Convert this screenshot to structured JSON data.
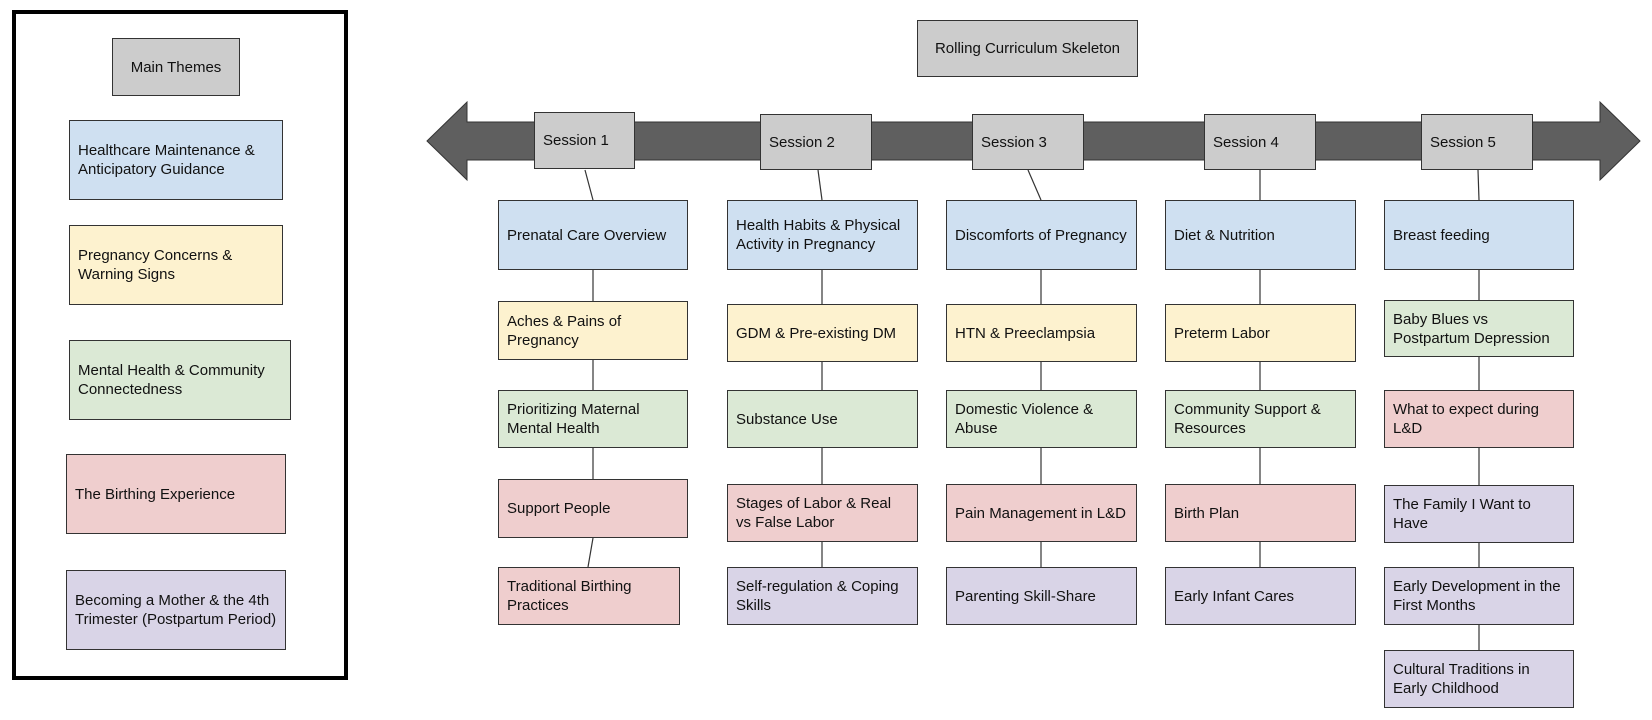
{
  "legend": {
    "title": "Main Themes",
    "themes": [
      {
        "label": "Healthcare Maintenance & Anticipatory Guidance",
        "color": "#cfe0f1"
      },
      {
        "label": "Pregnancy Concerns & Warning Signs",
        "color": "#fdf2cf"
      },
      {
        "label": "Mental Health & Community Connectedness",
        "color": "#dbe9d5"
      },
      {
        "label": "The Birthing Experience",
        "color": "#efcece"
      },
      {
        "label": "Becoming a Mother & the 4th Trimester (Postpartum Period)",
        "color": "#d9d4e7"
      }
    ]
  },
  "title": "Rolling Curriculum Skeleton",
  "arrow_color": "#5f5f5f",
  "sessions": [
    {
      "label": "Session 1",
      "topics": [
        "Prenatal Care Overview",
        "Aches & Pains of Pregnancy",
        "Prioritizing Maternal Mental Health",
        "Support People",
        "Traditional Birthing Practices"
      ]
    },
    {
      "label": "Session 2",
      "topics": [
        "Health Habits & Physical Activity in Pregnancy",
        "GDM & Pre-existing DM",
        "Substance Use",
        "Stages of Labor & Real vs False Labor",
        "Self-regulation & Coping Skills"
      ]
    },
    {
      "label": "Session 3",
      "topics": [
        "Discomforts of Pregnancy",
        "HTN & Preeclampsia",
        "Domestic Violence & Abuse",
        "Pain Management in L&D",
        "Parenting Skill-Share"
      ]
    },
    {
      "label": "Session 4",
      "topics": [
        "Diet & Nutrition",
        "Preterm Labor",
        "Community Support & Resources",
        "Birth Plan",
        "Early Infant Cares"
      ]
    },
    {
      "label": "Session 5",
      "topics": [
        "Breast feeding",
        "Baby Blues vs Postpartum Depression",
        "What to expect during L&D",
        "The Family I Want to Have",
        "Early Development in the First Months",
        "Cultural Traditions in Early Childhood"
      ]
    }
  ]
}
